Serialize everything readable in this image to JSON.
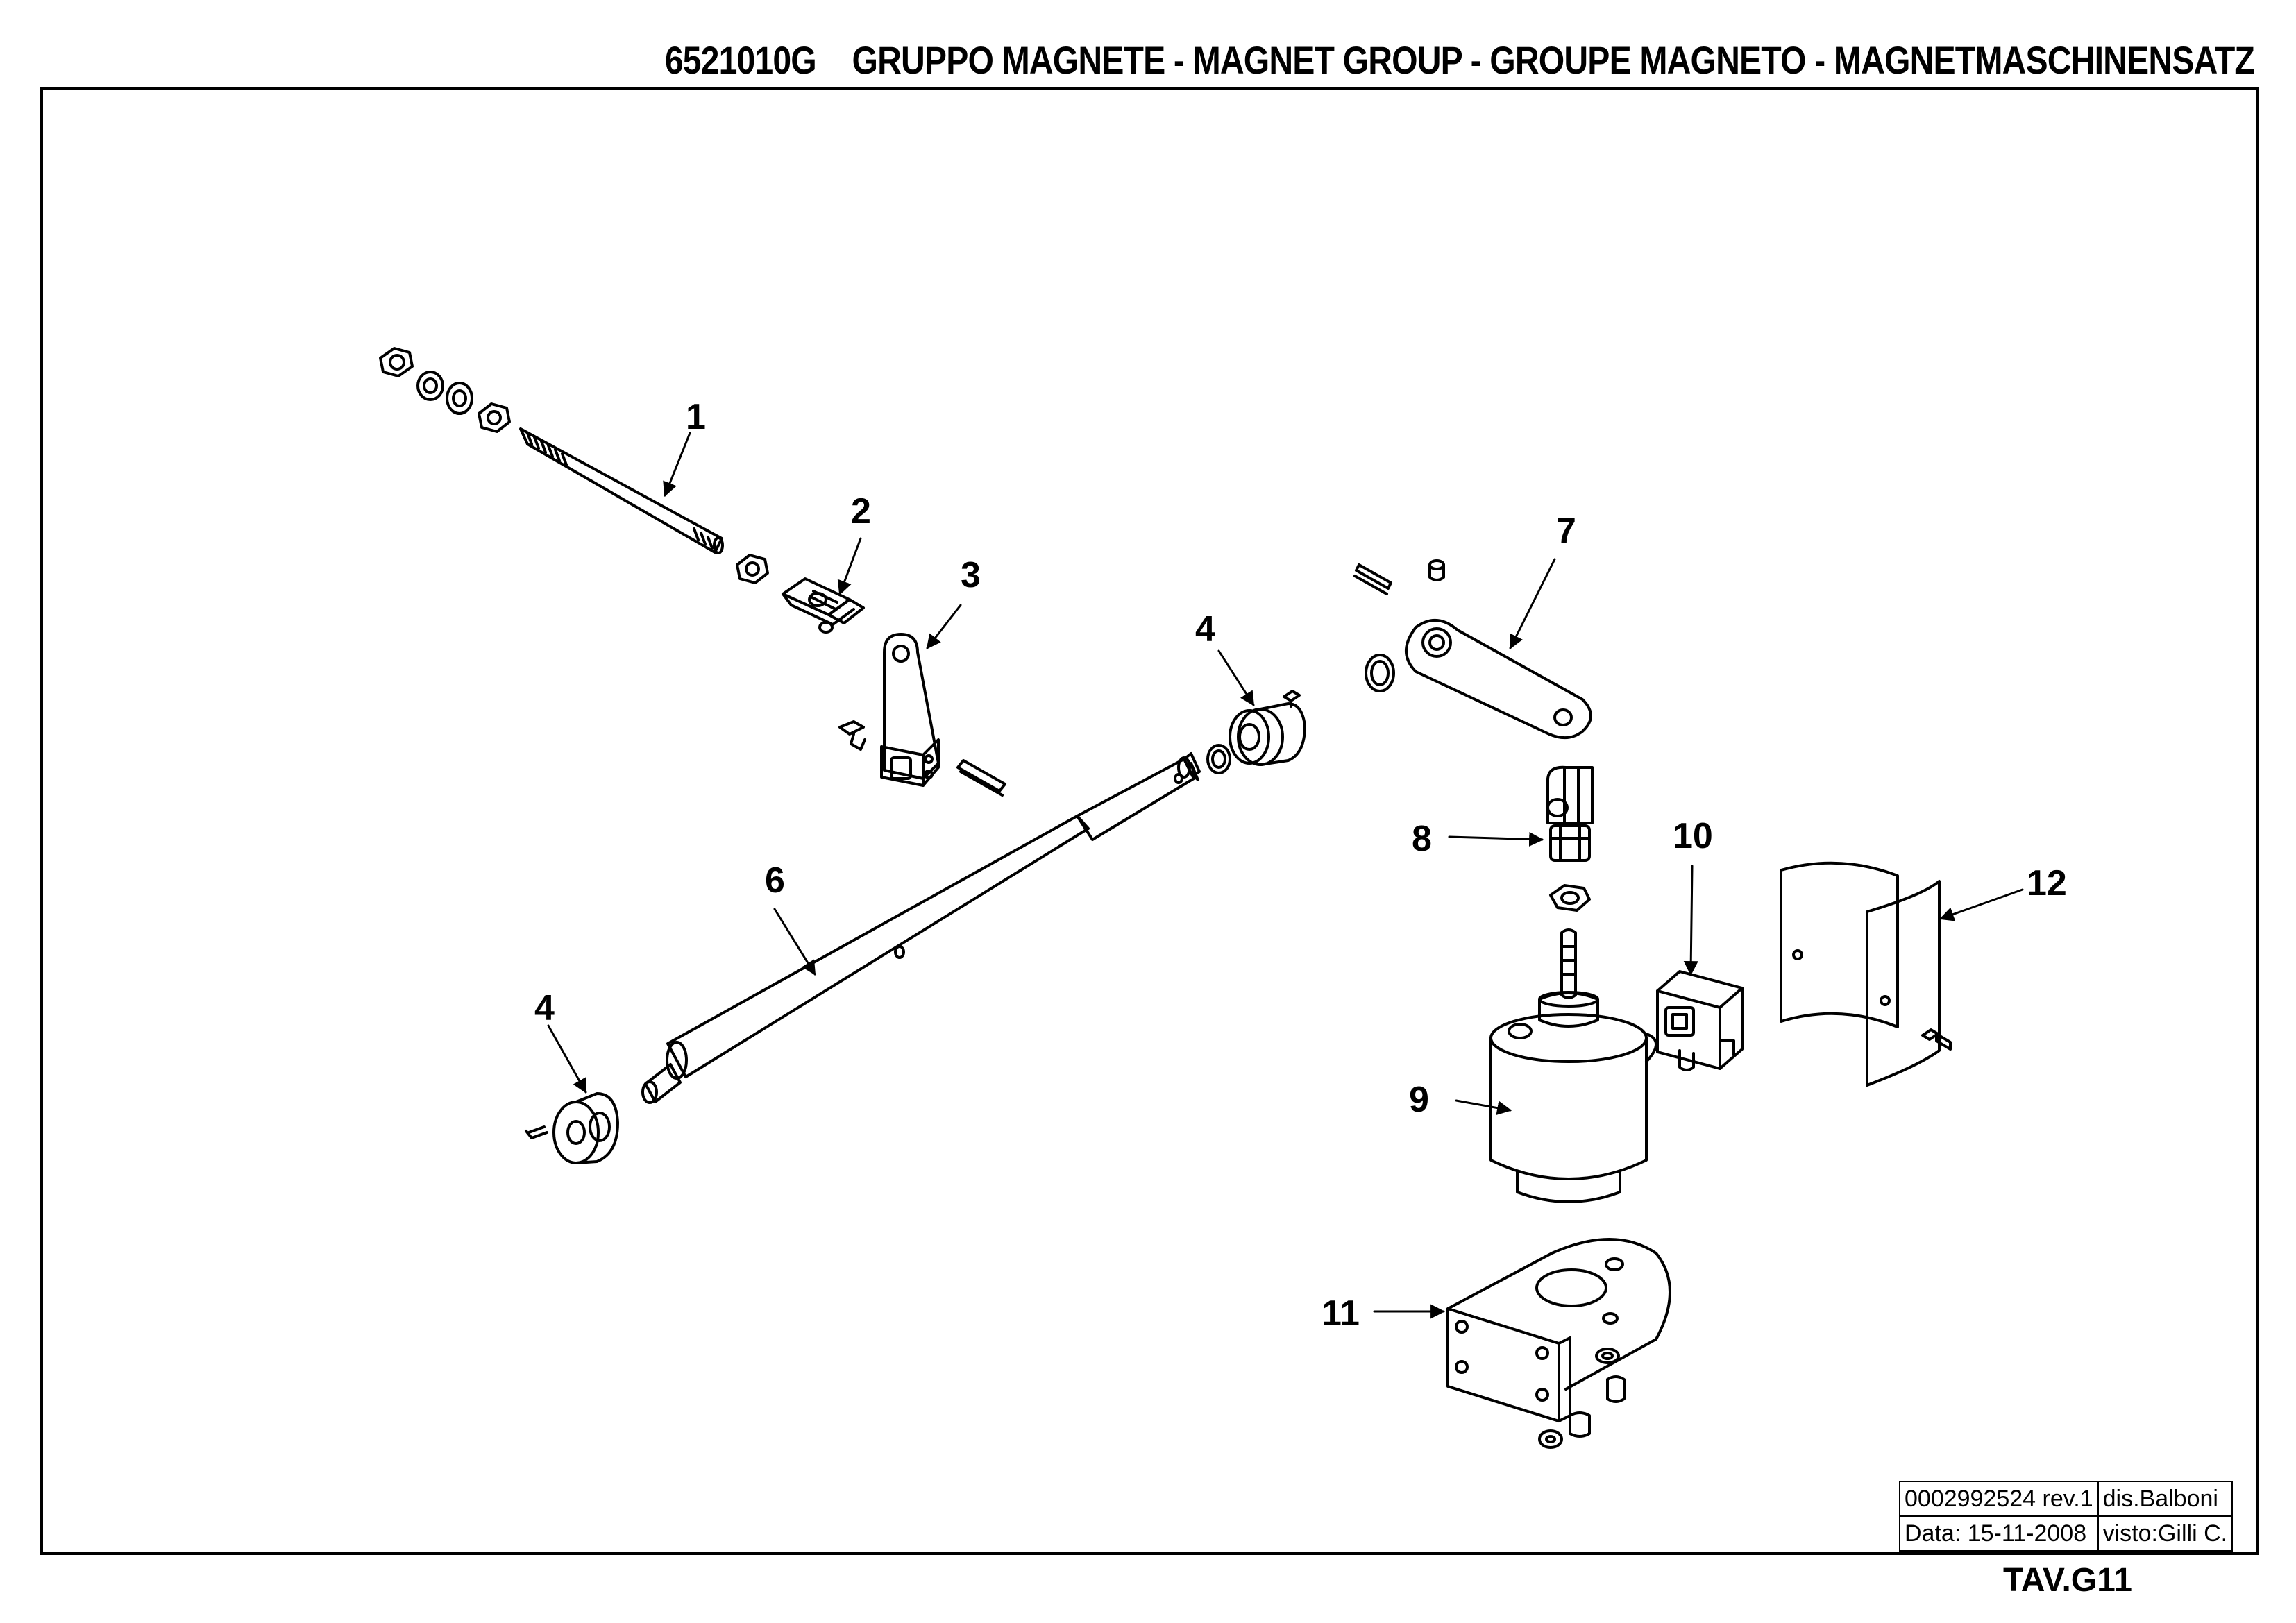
{
  "header": {
    "code": "6521010G",
    "title": "GRUPPO MAGNETE - MAGNET GROUP - GROUPE MAGNETO - MAGNETMASCHINENSATZ"
  },
  "callouts": {
    "c1": "1",
    "c2": "2",
    "c3": "3",
    "c4a": "4",
    "c4b": "4",
    "c6": "6",
    "c7": "7",
    "c8": "8",
    "c9": "9",
    "c10": "10",
    "c11": "11",
    "c12": "12"
  },
  "title_block": {
    "drawing_number": "0002992524 rev.1",
    "drawn_by": "dis.Balboni",
    "date": "Data: 15-11-2008",
    "checked_by": "visto:Gilli C."
  },
  "sheet": "TAV.G11"
}
